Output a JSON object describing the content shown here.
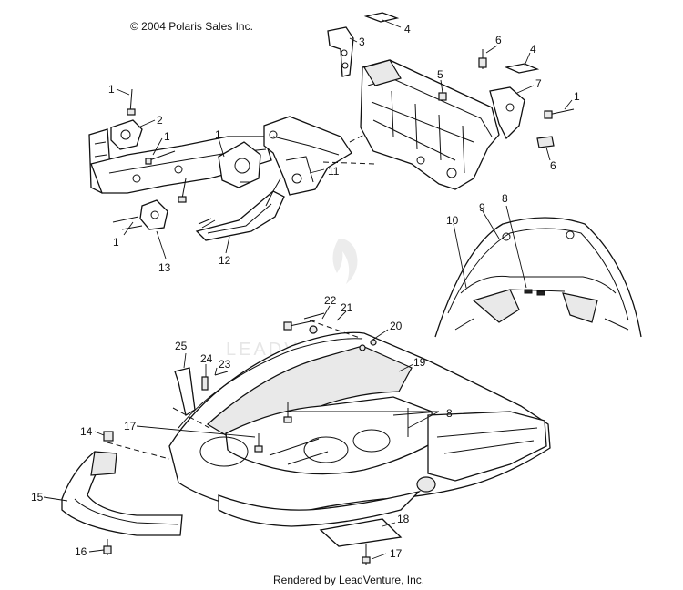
{
  "header": {
    "copyright": "© 2004 Polaris Sales Inc."
  },
  "footer": {
    "rendered_by": "Rendered by LeadVenture, Inc."
  },
  "watermark": {
    "text": "LEADVENTURE"
  },
  "callouts": [
    {
      "id": "c1a",
      "label": "1"
    },
    {
      "id": "c2",
      "label": "2"
    },
    {
      "id": "c1b",
      "label": "1"
    },
    {
      "id": "c1c",
      "label": "1"
    },
    {
      "id": "c1d",
      "label": "1"
    },
    {
      "id": "c13",
      "label": "13"
    },
    {
      "id": "c12",
      "label": "12"
    },
    {
      "id": "c11",
      "label": "11"
    },
    {
      "id": "c3",
      "label": "3"
    },
    {
      "id": "c4a",
      "label": "4"
    },
    {
      "id": "c4b",
      "label": "4"
    },
    {
      "id": "c5",
      "label": "5"
    },
    {
      "id": "c6a",
      "label": "6"
    },
    {
      "id": "c6b",
      "label": "6"
    },
    {
      "id": "c7",
      "label": "7"
    },
    {
      "id": "c1e",
      "label": "1"
    },
    {
      "id": "c8a",
      "label": "8"
    },
    {
      "id": "c9",
      "label": "9"
    },
    {
      "id": "c10",
      "label": "10"
    },
    {
      "id": "c22",
      "label": "22"
    },
    {
      "id": "c21",
      "label": "21"
    },
    {
      "id": "c20",
      "label": "20"
    },
    {
      "id": "c19",
      "label": "19"
    },
    {
      "id": "c25",
      "label": "25"
    },
    {
      "id": "c24",
      "label": "24"
    },
    {
      "id": "c23",
      "label": "23"
    },
    {
      "id": "c8b",
      "label": "8"
    },
    {
      "id": "c14",
      "label": "14"
    },
    {
      "id": "c17a",
      "label": "17"
    },
    {
      "id": "c15",
      "label": "15"
    },
    {
      "id": "c16",
      "label": "16"
    },
    {
      "id": "c18",
      "label": "18"
    },
    {
      "id": "c17b",
      "label": "17"
    }
  ]
}
